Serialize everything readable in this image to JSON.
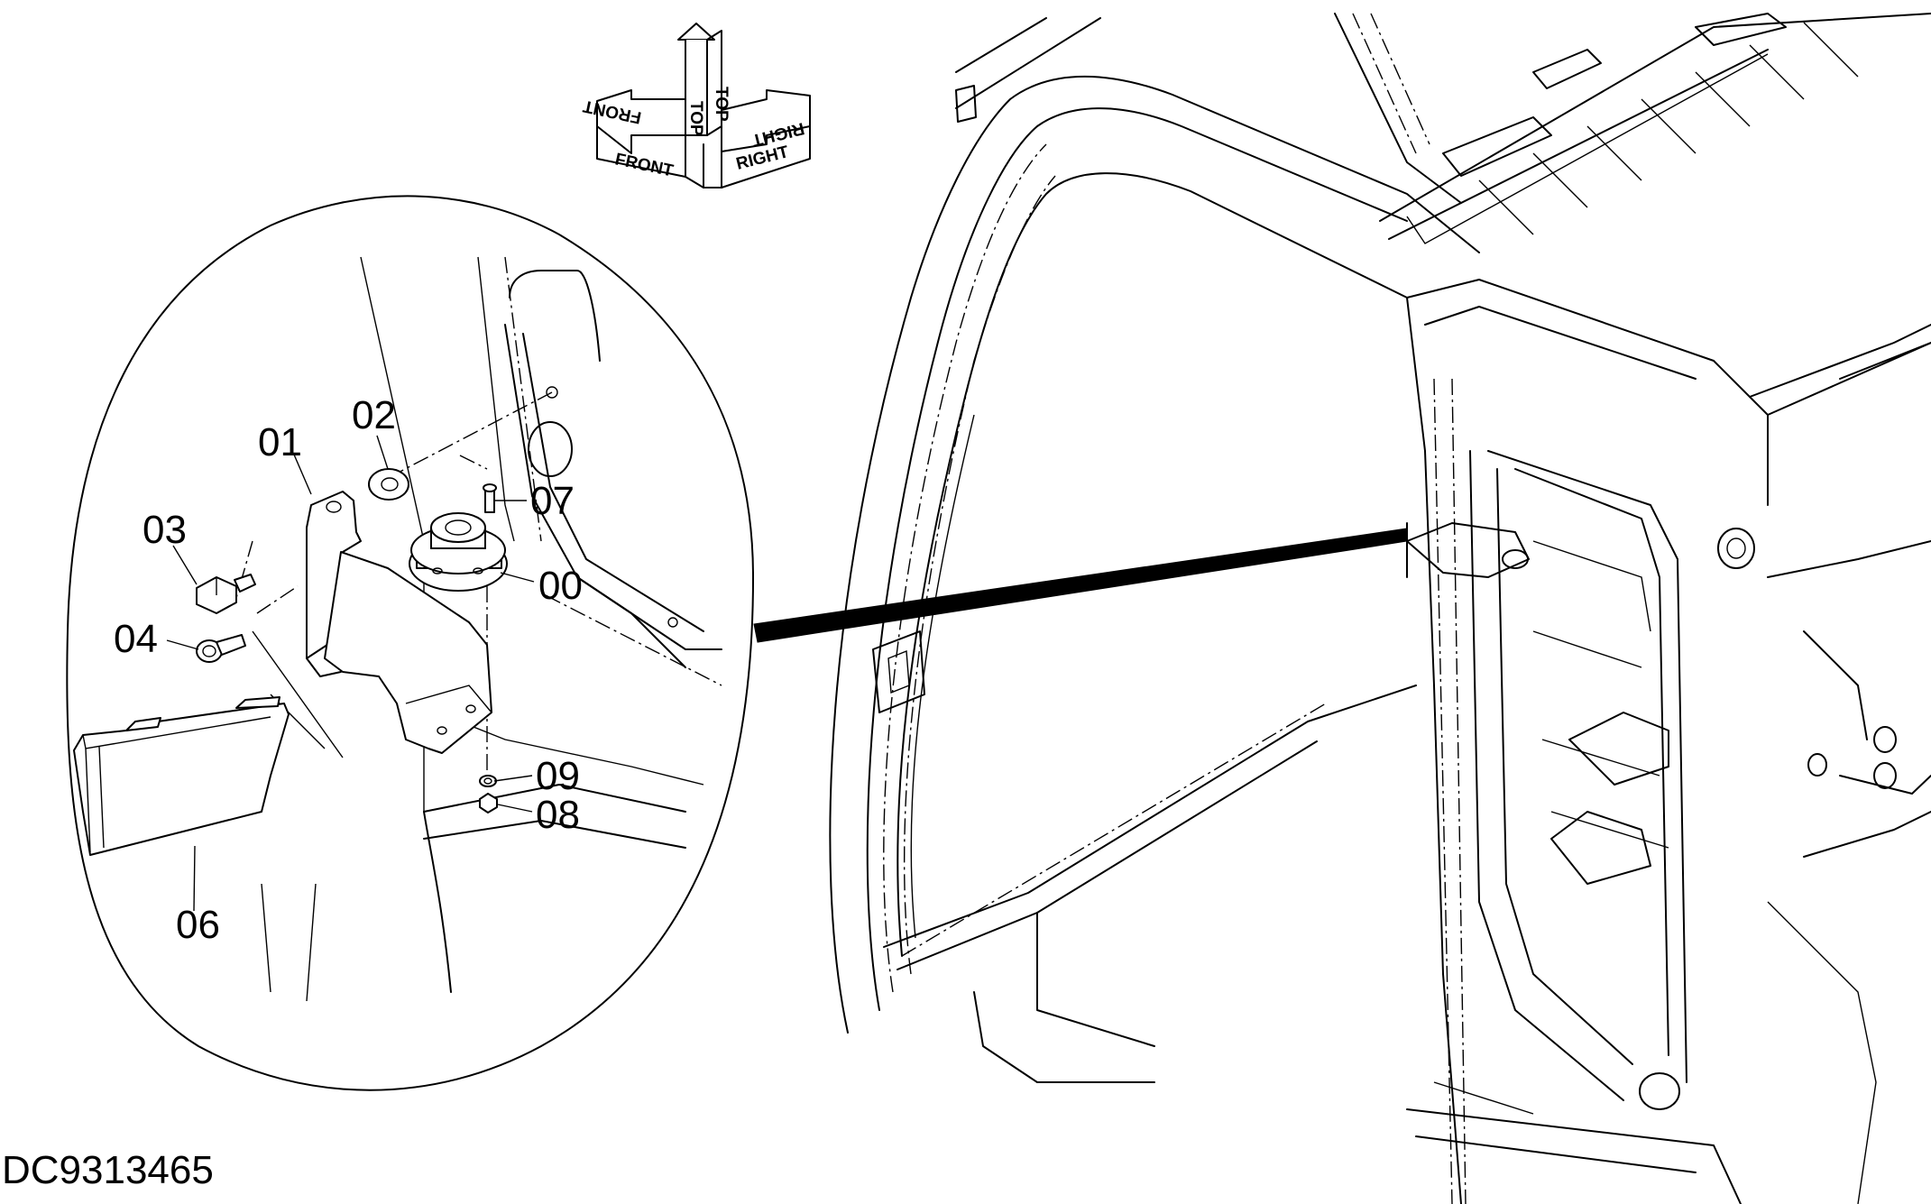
{
  "drawing_id": "DC9313465",
  "orientation": {
    "front": "FRONT",
    "top": "TOP",
    "right": "RIGHT"
  },
  "callouts": [
    {
      "id": "01",
      "name": "callout-01"
    },
    {
      "id": "02",
      "name": "callout-02"
    },
    {
      "id": "03",
      "name": "callout-03"
    },
    {
      "id": "04",
      "name": "callout-04"
    },
    {
      "id": "06",
      "name": "callout-06"
    },
    {
      "id": "07",
      "name": "callout-07"
    },
    {
      "id": "00",
      "name": "callout-00"
    },
    {
      "id": "09",
      "name": "callout-09"
    },
    {
      "id": "08",
      "name": "callout-08"
    }
  ]
}
